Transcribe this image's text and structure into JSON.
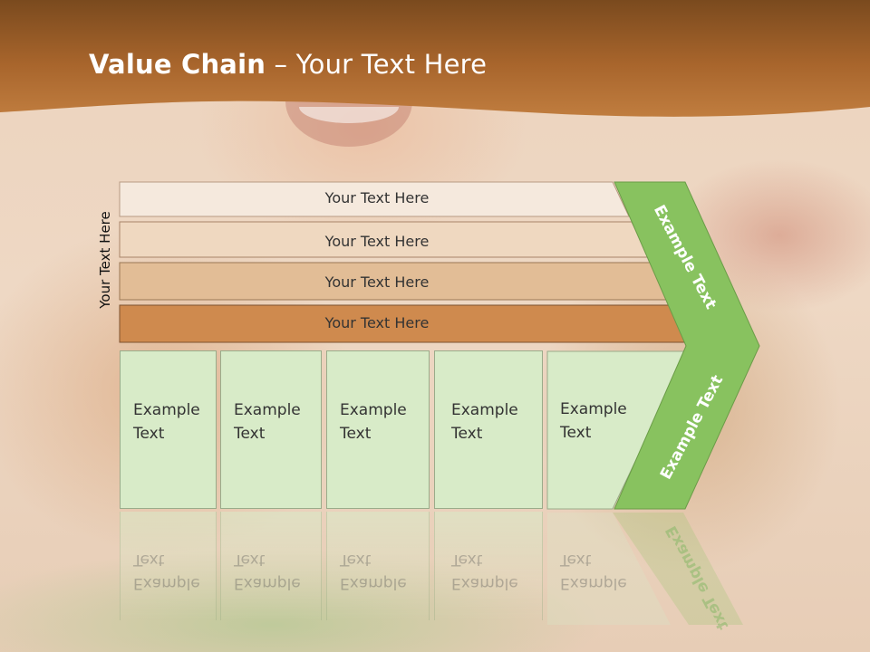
{
  "slide": {
    "title_bold": "Value Chain",
    "title_rest": " – Your Text Here"
  },
  "side_label": "Your Text Here",
  "bars": [
    {
      "label": "Your Text Here",
      "color": "#f5e9dd"
    },
    {
      "label": "Your Text Here",
      "color": "#efd8c0"
    },
    {
      "label": "Your Text Here",
      "color": "#e2bd96"
    },
    {
      "label": "Your Text Here",
      "color": "#cf8a4e"
    }
  ],
  "columns": [
    {
      "line1": "Example",
      "line2": "Text"
    },
    {
      "line1": "Example",
      "line2": "Text"
    },
    {
      "line1": "Example",
      "line2": "Text"
    },
    {
      "line1": "Example",
      "line2": "Text"
    },
    {
      "line1": "Example",
      "line2": "Text"
    }
  ],
  "chevron": {
    "upper_label": "Example Text",
    "lower_label": "Example Text",
    "color": "#88c25f",
    "border": "#6a9c47"
  },
  "colors": {
    "header_top": "#7a4a1e",
    "header_bottom": "#c07d3f",
    "box_fill": "#d8ebc8"
  }
}
